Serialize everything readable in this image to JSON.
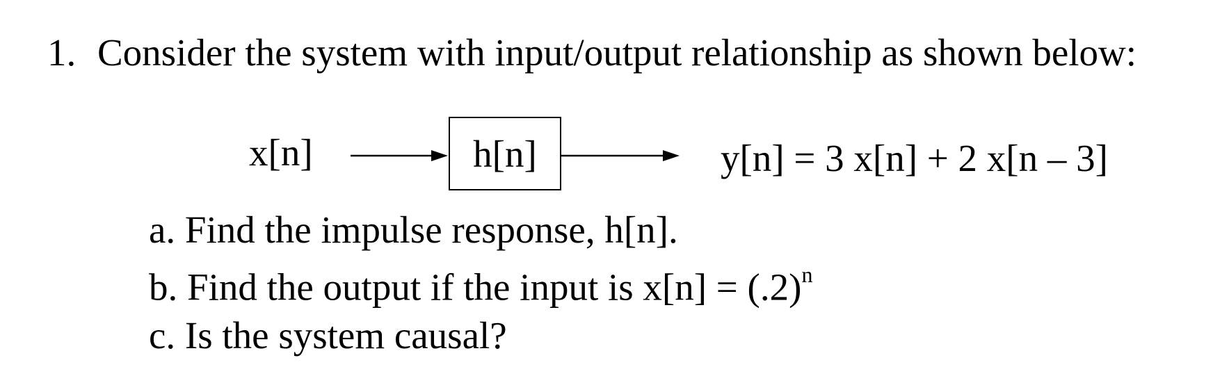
{
  "question": {
    "number": "1.",
    "text": "Consider the system with input/output relationship as shown below:"
  },
  "diagram": {
    "input": "x[n]",
    "system": "h[n]",
    "output": "y[n] = 3 x[n] + 2 x[n – 3]"
  },
  "parts": {
    "a": "a. Find the impulse response, h[n].",
    "b_text": "b. Find the output if the input is x[n] = (.2)",
    "b_sup": "n",
    "c": "c. Is the system causal?"
  }
}
